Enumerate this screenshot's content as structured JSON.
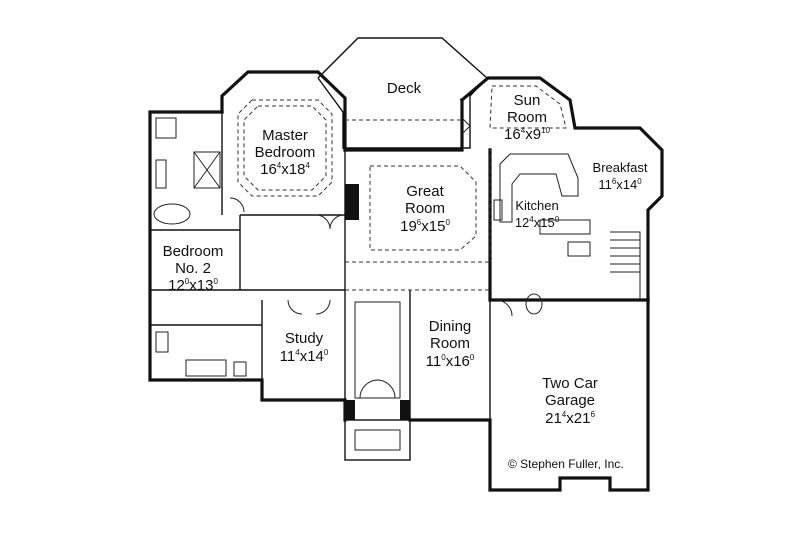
{
  "rooms": {
    "deck": {
      "name": "Deck"
    },
    "sun_room": {
      "name_1": "Sun",
      "name_2": "Room",
      "dim_a": "16",
      "dim_a_sup": "4",
      "dim_b": "9",
      "dim_b_sup": "10"
    },
    "master_bedroom": {
      "name_1": "Master",
      "name_2": "Bedroom",
      "dim_a": "16",
      "dim_a_sup": "4",
      "dim_b": "18",
      "dim_b_sup": "4"
    },
    "great_room": {
      "name_1": "Great",
      "name_2": "Room",
      "dim_a": "19",
      "dim_a_sup": "6",
      "dim_b": "15",
      "dim_b_sup": "0"
    },
    "breakfast": {
      "name": "Breakfast",
      "dim_a": "11",
      "dim_a_sup": "6",
      "dim_b": "14",
      "dim_b_sup": "0"
    },
    "kitchen": {
      "name": "Kitchen",
      "dim_a": "12",
      "dim_a_sup": "4",
      "dim_b": "15",
      "dim_b_sup": "0"
    },
    "bedroom_2": {
      "name_1": "Bedroom",
      "name_2": "No. 2",
      "dim_a": "12",
      "dim_a_sup": "0",
      "dim_b": "13",
      "dim_b_sup": "0"
    },
    "study": {
      "name": "Study",
      "dim_a": "11",
      "dim_a_sup": "4",
      "dim_b": "14",
      "dim_b_sup": "0"
    },
    "dining_room": {
      "name_1": "Dining",
      "name_2": "Room",
      "dim_a": "11",
      "dim_a_sup": "0",
      "dim_b": "16",
      "dim_b_sup": "0"
    },
    "garage": {
      "name_1": "Two Car",
      "name_2": "Garage",
      "dim_a": "21",
      "dim_a_sup": "4",
      "dim_b": "21",
      "dim_b_sup": "6"
    }
  },
  "dim_separator": "x",
  "copyright": "© Stephen Fuller, Inc."
}
